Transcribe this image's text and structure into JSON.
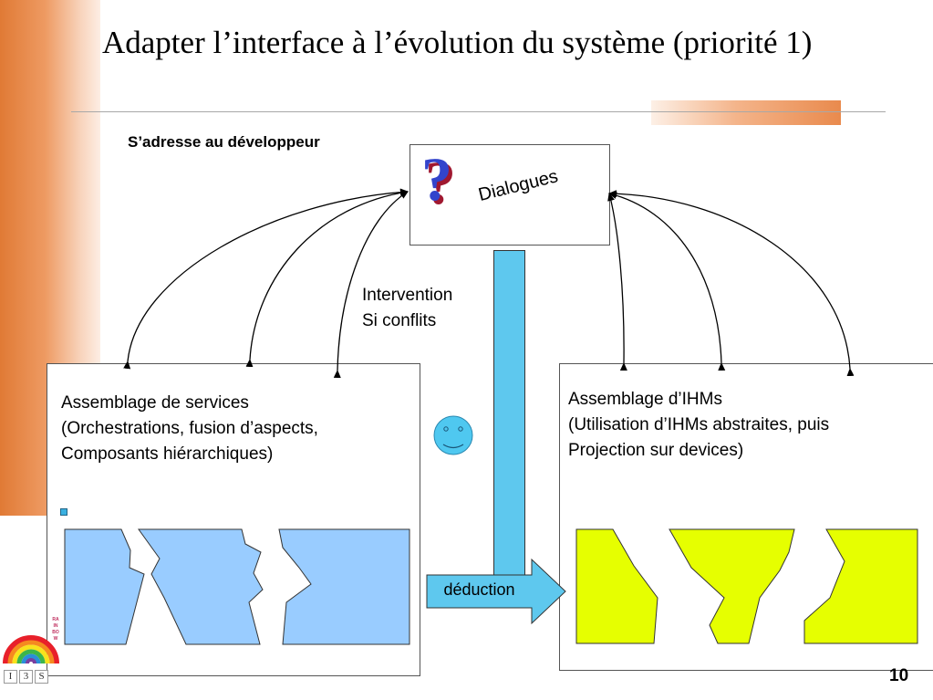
{
  "title": "Adapter l’interface à l’évolution du système (priorité 1)",
  "audience": "S’adresse au développeur",
  "dialog": {
    "label": "Dialogues",
    "icon": "question-mark-icon"
  },
  "intervention": {
    "line1": "Intervention",
    "line2": "Si conflits"
  },
  "services": {
    "line1": "Assemblage de services",
    "line2": "(Orchestrations, fusion d’aspects,",
    "line3": "Composants hiérarchiques)",
    "color": "#99ccff"
  },
  "ihms": {
    "line1": "Assemblage d’IHMs",
    "line2": "(Utilisation d’IHMs abstraites, puis",
    "line3": "Projection sur devices)",
    "color": "#e6ff00"
  },
  "deduction": {
    "label": "déduction"
  },
  "emoji": "smiley-icon",
  "footer": {
    "page_number": "10",
    "logo_letters": [
      "I",
      "3",
      "S"
    ],
    "logo_side_text": "RAINBOW"
  },
  "colors": {
    "bar": "#5ec8ee",
    "accent_orange": "#e07a35",
    "smiley": "#4fc8f0"
  }
}
